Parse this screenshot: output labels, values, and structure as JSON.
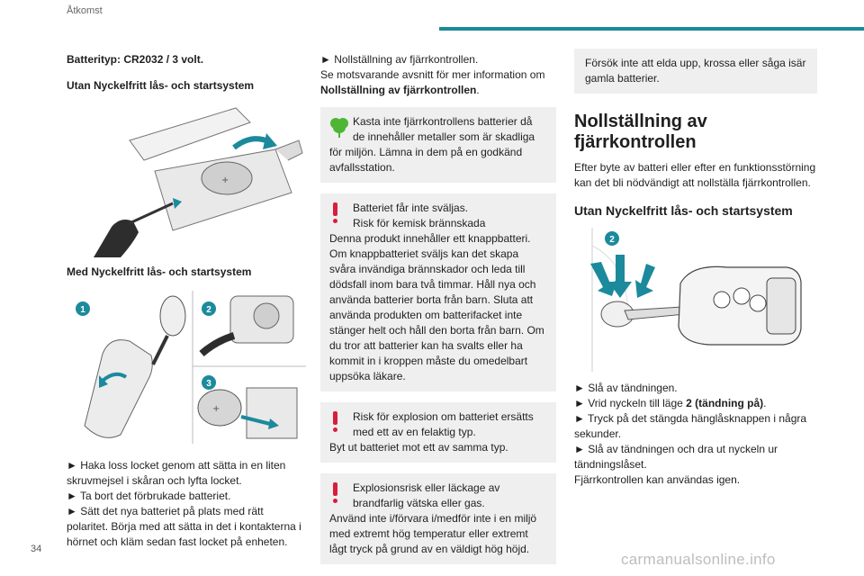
{
  "header": {
    "title": "Åtkomst"
  },
  "page_number": "34",
  "watermark": "carmanualsonline.info",
  "col1": {
    "battery_type": "Batterityp: CR2032 / 3 volt.",
    "heading_without": "Utan Nyckelfritt lås- och startsystem",
    "heading_with": "Med Nyckelfritt lås- och startsystem",
    "badges": [
      "1",
      "2",
      "3"
    ],
    "steps": [
      "► Haka loss locket genom att sätta in en liten skruvmejsel i skåran och lyfta locket.",
      "► Ta bort det förbrukade batteriet.",
      "► Sätt det nya batteriet på plats med rätt polaritet. Börja med att sätta in det i kontakterna i hörnet och kläm sedan fast locket på enheten."
    ]
  },
  "col2": {
    "intro_line1": "► Nollställning av fjärrkontrollen.",
    "intro_line2": "Se motsvarande avsnitt för mer information om",
    "intro_bold": "Nollställning av fjärrkontrollen",
    "intro_end": ".",
    "eco_box": {
      "l1": "Kasta inte fjärrkontrollens batterier då",
      "l2": "de innehåller metaller som är skadliga",
      "rest": "för miljön. Lämna in dem på en godkänd avfallsstation."
    },
    "warn1": {
      "l1": "Batteriet får inte sväljas.",
      "l2": "Risk för kemisk brännskada",
      "rest": "Denna produkt innehåller ett knappbatteri. Om knappbatteriet sväljs kan det skapa svåra invändiga brännskador och leda till dödsfall inom bara två timmar. Håll nya och använda batterier borta från barn. Sluta att använda produkten om batterifacket inte stänger helt och håll den borta från barn. Om du tror att batterier kan ha svalts eller ha kommit in i kroppen måste du omedelbart uppsöka läkare."
    },
    "warn2": {
      "l1": "Risk för explosion om batteriet ersätts",
      "l2": "med ett av en felaktig typ.",
      "rest": "Byt ut batteriet mot ett av samma typ."
    },
    "warn3": {
      "l1": "Explosionsrisk eller läckage av",
      "l2": "brandfarlig vätska eller gas.",
      "rest": "Använd inte i/förvara i/medför inte i en miljö med extremt hög temperatur eller extremt lågt tryck på grund av en väldigt hög höjd."
    }
  },
  "col3": {
    "note": "Försök inte att elda upp, krossa eller såga isär gamla batterier.",
    "heading": "Nollställning av fjärrkontrollen",
    "intro": "Efter byte av batteri eller efter en funktionsstörning kan det bli nödvändigt att nollställa fjärrkontrollen.",
    "subheading": "Utan Nyckelfritt lås- och startsystem",
    "badge": "2",
    "step1": "► Slå av tändningen.",
    "step2_pre": "► Vrid nyckeln till läge ",
    "step2_bold": "2 (tändning på)",
    "step2_end": ".",
    "step3": "► Tryck på det stängda hänglåsknappen i några sekunder.",
    "step4": "► Slå av tändningen och dra ut nyckeln ur tändningslåset.",
    "final": "Fjärrkontrollen kan användas igen."
  }
}
